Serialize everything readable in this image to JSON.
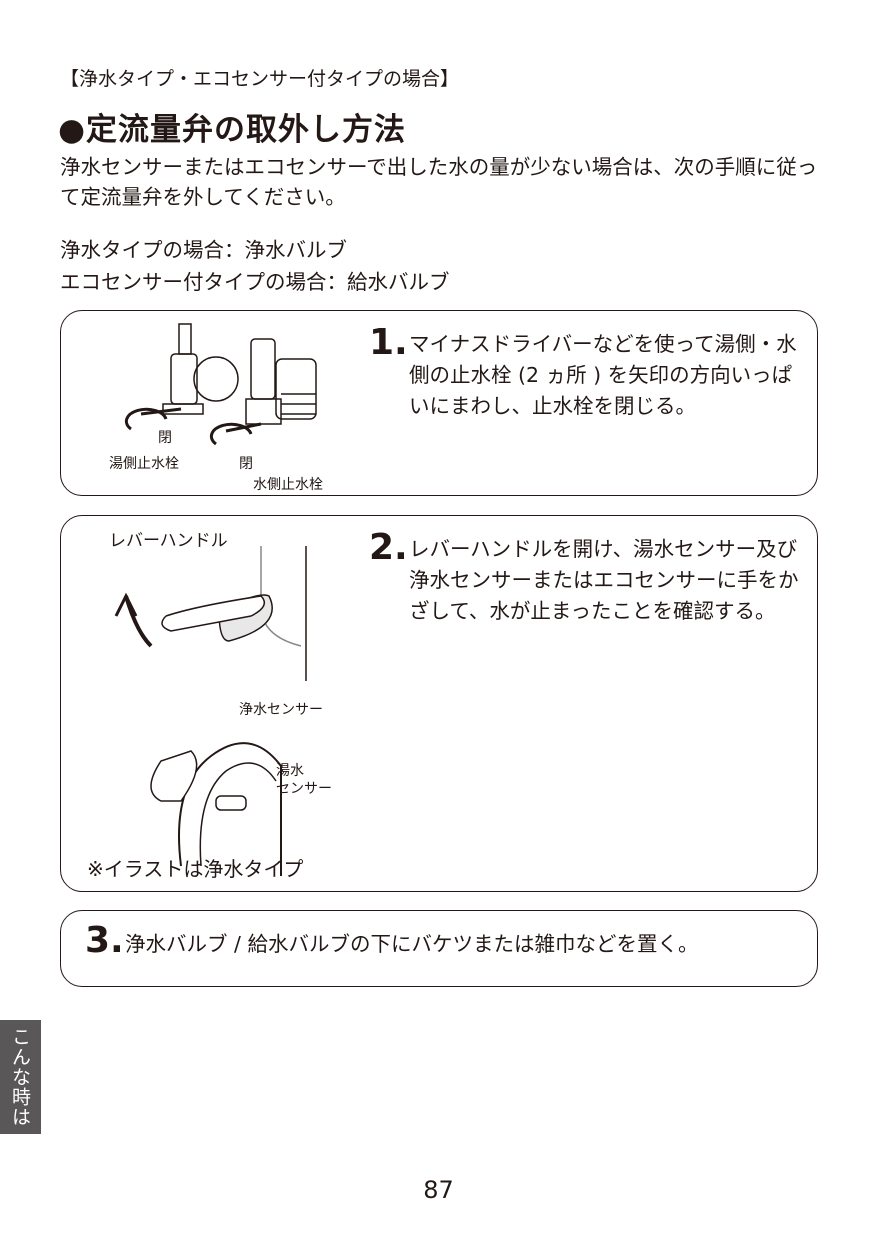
{
  "section_label": "【浄水タイプ・エコセンサー付タイプの場合】",
  "heading": "●定流量弁の取外し方法",
  "intro": "浄水センサーまたはエコセンサーで出した水の量が少ない場合は、次の手順に従って定流量弁を外してください。",
  "types": [
    "浄水タイプの場合：浄水バルブ",
    "エコセンサー付タイプの場合：給水バルブ"
  ],
  "steps": [
    {
      "number": "1.",
      "text": "マイナスドライバーなどを使って湯側・水側の止水栓 (2 ヵ所 ) を矢印の方向いっぱいにまわし、止水栓を閉じる。",
      "labels": {
        "close1": "閉",
        "close2": "閉",
        "hot_valve": "湯側止水栓",
        "cold_valve": "水側止水栓"
      }
    },
    {
      "number": "2.",
      "text": "レバーハンドルを開け、湯水センサー及び浄水センサーまたはエコセンサーに手をかざして、水が止まったことを確認する。",
      "labels": {
        "lever": "レバーハンドル",
        "pure_sensor": "浄水センサー",
        "hot_sensor_1": "湯水",
        "hot_sensor_2": "センサー",
        "note": "※イラストは浄水タイプ"
      }
    },
    {
      "number": "3.",
      "text": "浄水バルブ / 給水バルブの下にバケツまたは雑巾などを置く。"
    }
  ],
  "side_tab": "こんな時は",
  "page_number": "87"
}
